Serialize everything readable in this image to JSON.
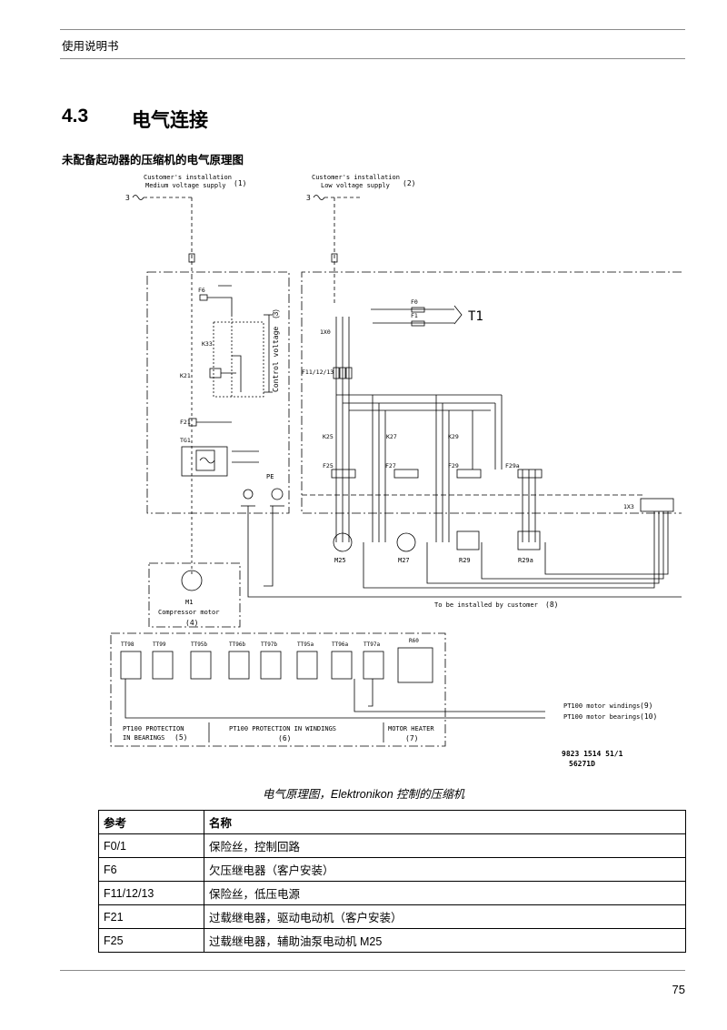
{
  "header": {
    "title": "使用说明书"
  },
  "section": {
    "number": "4.3",
    "title": "电气连接"
  },
  "subsection": {
    "title": "未配备起动器的压缩机的电气原理图"
  },
  "diagram": {
    "supply1": {
      "line1": "Customer's installation",
      "line2": "Medium voltage supply",
      "num": "(1)"
    },
    "supply2": {
      "line1": "Customer's installation",
      "line2": "Low voltage supply",
      "num": "(2)"
    },
    "phase_label": "3",
    "control_voltage": {
      "label": "Control voltage",
      "num": "(3)"
    },
    "labels": {
      "f6": "F6",
      "k33": "K33",
      "k21": "K21",
      "f21": "F21",
      "tg1": "TG1",
      "f0": "F0",
      "f1": "F1",
      "t1": "T1",
      "x1": "1X0",
      "f11": "F11/12/13",
      "k25": "K25",
      "k27": "K27",
      "k29": "K29",
      "f25": "F25",
      "f27": "F27",
      "f29": "F29",
      "f29a": "F29a",
      "pe": "PE",
      "x3": "1X3",
      "m25": "M25",
      "m27": "M27",
      "r29": "R29",
      "r29a": "R29a",
      "m1": "M1",
      "motor_name": "Compressor motor",
      "motor_num": "(4)",
      "customer_install": "To be installed by customer",
      "customer_num": "(8)",
      "sensors": [
        "TT98",
        "TT99",
        "TT95b",
        "TT96b",
        "TT97b",
        "TT95a",
        "TT96a",
        "TT97a"
      ],
      "heater": "R60",
      "pt100_bearings": {
        "line1": "PT100 PROTECTION",
        "line2": "IN BEARINGS",
        "num": "(5)"
      },
      "pt100_windings": {
        "label": "PT100 PROTECTION IN WINDINGS",
        "num": "(6)"
      },
      "motor_heater": {
        "label": "MOTOR HEATER",
        "num": "(7)"
      },
      "windings_out": {
        "label": "PT100 motor windings",
        "num": "(9)"
      },
      "bearings_out": {
        "label": "PT100 motor bearings",
        "num": "(10)"
      },
      "doc_code1": "9823 1514 51/1",
      "doc_code2": "56271D"
    }
  },
  "caption": "电气原理图，Elektronikon 控制的压缩机",
  "table": {
    "headers": [
      "参考",
      "名称"
    ],
    "rows": [
      [
        "F0/1",
        "保险丝，控制回路"
      ],
      [
        "F6",
        "欠压继电器（客户安装）"
      ],
      [
        "F11/12/13",
        "保险丝，低压电源"
      ],
      [
        "F21",
        "过载继电器，驱动电动机（客户安装）"
      ],
      [
        "F25",
        "过载继电器，辅助油泵电动机 M25"
      ]
    ]
  },
  "page_number": "75"
}
